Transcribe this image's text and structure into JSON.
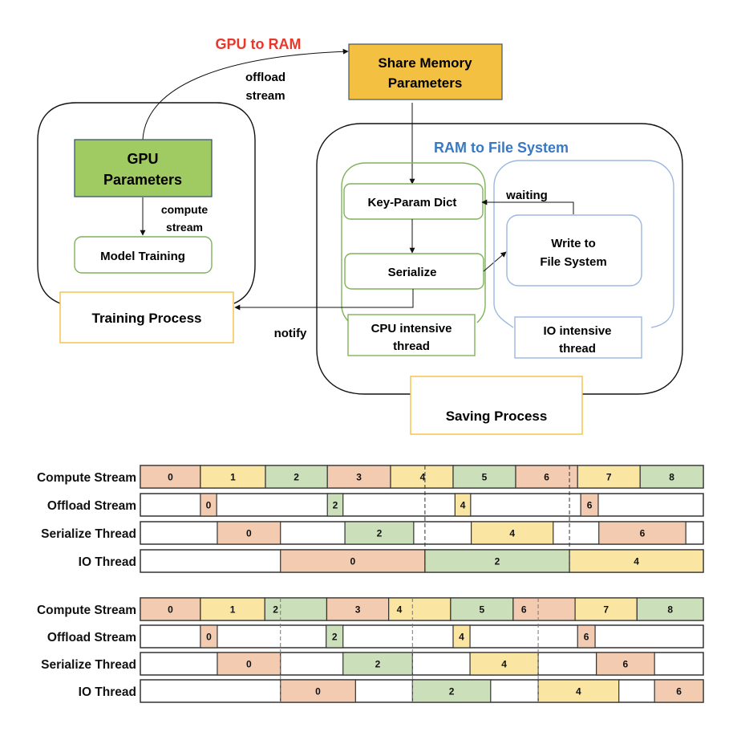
{
  "diagram": {
    "gpu_to_ram_label": "GPU to RAM",
    "offload_stream_label": [
      "offload",
      "stream"
    ],
    "share_memory_box": [
      "Share Memory",
      "Parameters"
    ],
    "gpu_parameters_box": [
      "GPU",
      "Parameters"
    ],
    "compute_stream_label": [
      "compute",
      "stream"
    ],
    "model_training_box": "Model Training",
    "training_process_label": "Training Process",
    "notify_label": "notify",
    "ram_to_fs_label": "RAM to File System",
    "key_param_dict_box": "Key-Param Dict",
    "serialize_box": "Serialize",
    "waiting_label": "waiting",
    "write_fs_box": [
      "Write to",
      "File System"
    ],
    "cpu_thread_label": [
      "CPU intensive",
      "thread"
    ],
    "io_thread_label": [
      "IO intensive",
      "thread"
    ],
    "saving_process_label": "Saving Process",
    "colors": {
      "gpu_to_ram": "#e8382b",
      "ram_to_fs": "#3a78c2",
      "share_memory_fill": "#f4c042",
      "gpu_params_fill": "#a0cb62",
      "green_border": "#7fb25a",
      "blue_border": "#9db7e0",
      "yellow_border": "#f4c042"
    }
  },
  "chart_data": [
    {
      "type": "table",
      "title": "Pipeline timeline (upper)",
      "rows": [
        "Compute Stream",
        "Offload Stream",
        "Serialize Thread",
        "IO Thread"
      ],
      "time_range": [
        0,
        9
      ],
      "series": [
        {
          "name": "Compute Stream",
          "tasks": [
            {
              "label": "0",
              "start": 0,
              "end": 0.96,
              "color": "#f2cbb0"
            },
            {
              "label": "1",
              "start": 0.96,
              "end": 2.0,
              "color": "#fbe5a2"
            },
            {
              "label": "2",
              "start": 2.0,
              "end": 2.99,
              "color": "#cadfba"
            },
            {
              "label": "3",
              "start": 2.99,
              "end": 4.0,
              "color": "#f2cbb0"
            },
            {
              "label": "4",
              "start": 4.0,
              "end": 5.0,
              "color": "#fbe5a2",
              "label_align": "right"
            },
            {
              "label": "5",
              "start": 5.0,
              "end": 6.0,
              "color": "#cadfba"
            },
            {
              "label": "6",
              "start": 6.0,
              "end": 6.99,
              "color": "#f2cbb0"
            },
            {
              "label": "7",
              "start": 6.99,
              "end": 7.99,
              "color": "#fbe5a2"
            },
            {
              "label": "8",
              "start": 7.99,
              "end": 9.0,
              "color": "#cadfba"
            }
          ]
        },
        {
          "name": "Offload Stream",
          "tasks": [
            {
              "label": "0",
              "start": 0.96,
              "end": 1.22,
              "color": "#f2cbb0"
            },
            {
              "label": "2",
              "start": 2.99,
              "end": 3.24,
              "color": "#cadfba"
            },
            {
              "label": "4",
              "start": 5.03,
              "end": 5.28,
              "color": "#fbe5a2"
            },
            {
              "label": "6",
              "start": 7.04,
              "end": 7.32,
              "color": "#f2cbb0"
            }
          ]
        },
        {
          "name": "Serialize Thread",
          "tasks": [
            {
              "label": "0",
              "start": 1.23,
              "end": 2.24,
              "color": "#f2cbb0"
            },
            {
              "label": "2",
              "start": 3.27,
              "end": 4.37,
              "color": "#cadfba"
            },
            {
              "label": "4",
              "start": 5.29,
              "end": 6.6,
              "color": "#fbe5a2"
            },
            {
              "label": "6",
              "start": 7.33,
              "end": 8.72,
              "color": "#f2cbb0"
            }
          ]
        },
        {
          "name": "IO Thread",
          "tasks": [
            {
              "label": "0",
              "start": 2.24,
              "end": 4.55,
              "color": "#f2cbb0"
            },
            {
              "label": "2",
              "start": 4.55,
              "end": 6.86,
              "color": "#cadfba"
            },
            {
              "label": "4",
              "start": 6.86,
              "end": 9.0,
              "color": "#fbe5a2"
            }
          ]
        }
      ],
      "dashed_markers": [
        4.55,
        6.86
      ]
    },
    {
      "type": "table",
      "title": "Pipeline timeline (lower)",
      "rows": [
        "Compute Stream",
        "Offload Stream",
        "Serialize Thread",
        "IO Thread"
      ],
      "time_range": [
        0,
        9
      ],
      "series": [
        {
          "name": "Compute Stream",
          "tasks": [
            {
              "label": "0",
              "start": 0,
              "end": 0.96,
              "color": "#f2cbb0"
            },
            {
              "label": "1",
              "start": 0.96,
              "end": 1.99,
              "color": "#fbe5a2"
            },
            {
              "label": "2",
              "start": 1.99,
              "end": 2.98,
              "color": "#cadfba",
              "label_align": "left"
            },
            {
              "label": "3",
              "start": 2.98,
              "end": 3.97,
              "color": "#f2cbb0"
            },
            {
              "label": "4",
              "start": 3.97,
              "end": 4.96,
              "color": "#fbe5a2",
              "label_align": "left"
            },
            {
              "label": "5",
              "start": 4.96,
              "end": 5.96,
              "color": "#cadfba"
            },
            {
              "label": "6",
              "start": 5.96,
              "end": 6.95,
              "color": "#f2cbb0",
              "label_align": "left"
            },
            {
              "label": "7",
              "start": 6.95,
              "end": 7.94,
              "color": "#fbe5a2"
            },
            {
              "label": "8",
              "start": 7.94,
              "end": 9.0,
              "color": "#cadfba"
            }
          ]
        },
        {
          "name": "Offload Stream",
          "tasks": [
            {
              "label": "0",
              "start": 0.96,
              "end": 1.23,
              "color": "#f2cbb0"
            },
            {
              "label": "2",
              "start": 2.97,
              "end": 3.24,
              "color": "#cadfba"
            },
            {
              "label": "4",
              "start": 5.0,
              "end": 5.27,
              "color": "#fbe5a2"
            },
            {
              "label": "6",
              "start": 6.99,
              "end": 7.27,
              "color": "#f2cbb0"
            }
          ]
        },
        {
          "name": "Serialize Thread",
          "tasks": [
            {
              "label": "0",
              "start": 1.23,
              "end": 2.24,
              "color": "#f2cbb0"
            },
            {
              "label": "2",
              "start": 3.24,
              "end": 4.35,
              "color": "#cadfba"
            },
            {
              "label": "4",
              "start": 5.27,
              "end": 6.36,
              "color": "#fbe5a2"
            },
            {
              "label": "6",
              "start": 7.29,
              "end": 8.22,
              "color": "#f2cbb0"
            }
          ]
        },
        {
          "name": "IO Thread",
          "tasks": [
            {
              "label": "0",
              "start": 2.24,
              "end": 3.44,
              "color": "#f2cbb0"
            },
            {
              "label": "2",
              "start": 4.35,
              "end": 5.6,
              "color": "#cadfba"
            },
            {
              "label": "4",
              "start": 6.36,
              "end": 7.65,
              "color": "#fbe5a2"
            },
            {
              "label": "6",
              "start": 8.22,
              "end": 9.0,
              "color": "#f2cbb0"
            }
          ]
        }
      ],
      "dashed_markers": [
        2.24,
        4.35,
        6.36
      ]
    }
  ]
}
